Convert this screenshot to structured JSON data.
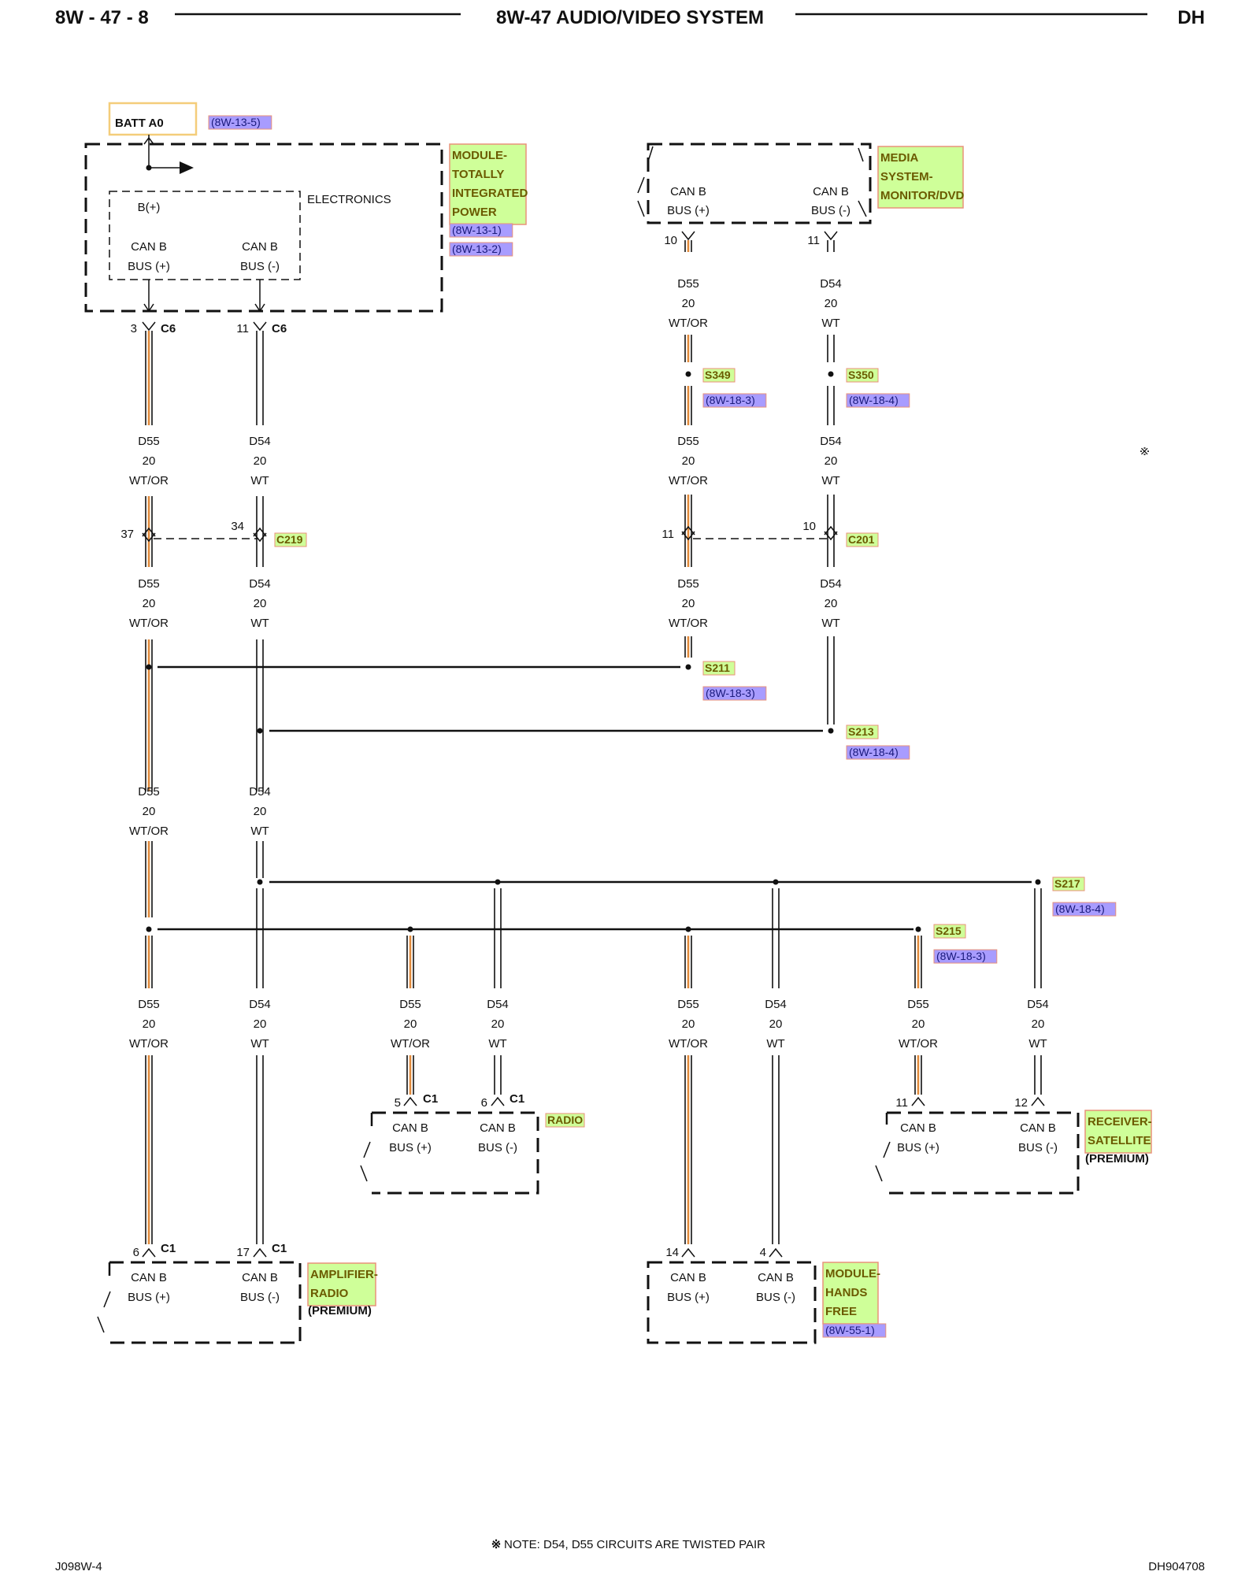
{
  "header": {
    "page_num": "8W - 47 - 8",
    "title": "8W-47 AUDIO/VIDEO SYSTEM",
    "model": "DH"
  },
  "footer": {
    "left_code": "J098W-4",
    "right_code": "DH904708",
    "note_symbol": "※",
    "note": "NOTE:  D54, D55    CIRCUITS ARE TWISTED PAIR"
  },
  "tip_side_mark": "※",
  "batt": {
    "label": "BATT A0",
    "ref": "(8W-13-5)"
  },
  "tipm": {
    "name_lines": [
      "MODULE-",
      "TOTALLY",
      "INTEGRATED",
      "POWER"
    ],
    "refs": [
      "(8W-13-1)",
      "(8W-13-2)"
    ],
    "inner_label": "ELECTRONICS",
    "bplus": "B(+)",
    "pin_a": [
      "CAN B",
      "BUS (+)"
    ],
    "pin_b": [
      "CAN B",
      "BUS (-)"
    ]
  },
  "media": {
    "name_lines": [
      "MEDIA",
      "SYSTEM-",
      "MONITOR/DVD"
    ],
    "pin_a": [
      "CAN B",
      "BUS (+)"
    ],
    "pin_b": [
      "CAN B",
      "BUS (-)"
    ]
  },
  "radio": {
    "name": "RADIO",
    "pin_a": [
      "CAN B",
      "BUS (+)"
    ],
    "pin_b": [
      "CAN B",
      "BUS (-)"
    ]
  },
  "sat": {
    "name_lines": [
      "RECEIVER-",
      "SATELLITE"
    ],
    "sub": "(PREMIUM)",
    "pin_a": [
      "CAN B",
      "BUS (+)"
    ],
    "pin_b": [
      "CAN B",
      "BUS (-)"
    ]
  },
  "amp": {
    "name_lines": [
      "AMPLIFIER-",
      "RADIO"
    ],
    "sub": "(PREMIUM)",
    "pin_a": [
      "CAN B",
      "BUS (+)"
    ],
    "pin_b": [
      "CAN B",
      "BUS (-)"
    ]
  },
  "hfm": {
    "name_lines": [
      "MODULE-",
      "HANDS",
      "FREE"
    ],
    "ref": "(8W-55-1)",
    "pin_a": [
      "CAN B",
      "BUS (+)"
    ],
    "pin_b": [
      "CAN B",
      "BUS (-)"
    ]
  },
  "connectors": {
    "tipm_a": {
      "pin": "3",
      "name": "C6"
    },
    "tipm_b": {
      "pin": "11",
      "name": "C6"
    },
    "media_a": {
      "pin": "10"
    },
    "media_b": {
      "pin": "11"
    },
    "c219": {
      "pin_a": "37",
      "pin_b": "34",
      "name": "C219"
    },
    "c201": {
      "pin_a": "11",
      "pin_b": "10",
      "name": "C201"
    },
    "radio_a": {
      "pin": "5",
      "name": "C1"
    },
    "radio_b": {
      "pin": "6",
      "name": "C1"
    },
    "sat_a": {
      "pin": "11"
    },
    "sat_b": {
      "pin": "12"
    },
    "amp_a": {
      "pin": "6",
      "name": "C1"
    },
    "amp_b": {
      "pin": "17",
      "name": "C1"
    },
    "hfm_a": {
      "pin": "14"
    },
    "hfm_b": {
      "pin": "4"
    }
  },
  "splices": {
    "s349": {
      "name": "S349",
      "ref": "(8W-18-3)"
    },
    "s350": {
      "name": "S350",
      "ref": "(8W-18-4)"
    },
    "s211": {
      "name": "S211",
      "ref": "(8W-18-3)"
    },
    "s213": {
      "name": "S213",
      "ref": "(8W-18-4)"
    },
    "s217": {
      "name": "S217",
      "ref": "(8W-18-4)"
    },
    "s215": {
      "name": "S215",
      "ref": "(8W-18-3)"
    }
  },
  "wire_d55": [
    "D55",
    "20",
    "WT/OR"
  ],
  "wire_d54": [
    "D54",
    "20",
    "WT"
  ],
  "colors": {
    "wire_orange": "#e08a3c",
    "module_fill": "#cfff99",
    "ref_fill": "#a89cff"
  }
}
